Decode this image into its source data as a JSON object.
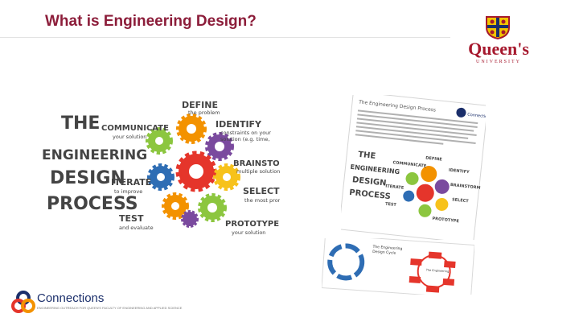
{
  "slide": {
    "title": "What is Engineering Design?"
  },
  "logo": {
    "name": "Queen's",
    "subtitle": "UNIVERSITY"
  },
  "poster": {
    "heading": [
      "THE",
      "ENGINEERING",
      "DESIGN",
      "PROCESS"
    ],
    "steps": [
      {
        "title": "DEFINE",
        "desc": "the problem"
      },
      {
        "title": "IDENTIFY",
        "desc": "constraints on your solution (e.g. time, money, materials) and criteria for success"
      },
      {
        "title": "BRAINSTORM",
        "desc": "multiple solutions for the problem"
      },
      {
        "title": "SELECT",
        "desc": "the most promising solution"
      },
      {
        "title": "PROTOTYPE",
        "desc": "your solution"
      },
      {
        "title": "TEST",
        "desc": "and evaluate your prototype"
      },
      {
        "title": "ITERATE",
        "desc": "to improve your prototype"
      },
      {
        "title": "COMMUNICATE",
        "desc": "your solution"
      }
    ]
  },
  "document": {
    "title": "The Engineering Design Process",
    "logo_label": "Connections",
    "heading": [
      "THE",
      "ENGINEERING",
      "DESIGN",
      "PROCESS"
    ],
    "steps": [
      "DEFINE",
      "IDENTIFY",
      "COMMUNICATE",
      "BRAINSTORM",
      "ITERATE",
      "SELECT",
      "TEST",
      "PROTOTYPE"
    ]
  },
  "cycle": {
    "title": "The Engineering Design Cycle",
    "center": "The Engineering Design Process"
  },
  "footer": {
    "brand": "Connections",
    "tagline": "ENGINEERING OUTREACH FOR QUEEN'S FACULTY OF ENGINEERING AND APPLIED SCIENCE"
  },
  "colors": {
    "title": "#8c1d3a",
    "queens_red": "#a6192e",
    "gear_green": "#8cc63f",
    "gear_blue": "#2e6db4",
    "gear_orange": "#f39200",
    "gear_yellow": "#f7c21b",
    "gear_red": "#e5352b",
    "gear_purple": "#7a4a9e"
  }
}
